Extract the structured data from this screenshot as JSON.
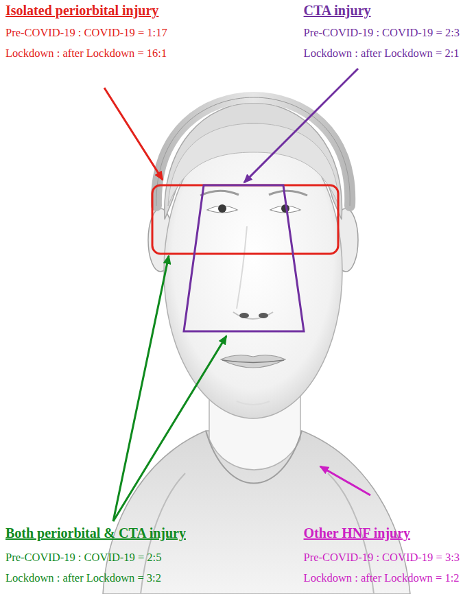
{
  "diagram": {
    "labels": [
      "Isolated periorbital injury",
      "Pre-COVID-19 : COVID-19 = 1:17",
      "Lockdown : after Lockdown = 16:1",
      "CTA injury",
      "Pre-COVID-19 : COVID-19 = 2:3",
      "Lockdown : after Lockdown = 2:1",
      "Both periorbital & CTA injury",
      "Pre-COVID-19 : COVID-19 = 2:5",
      "Lockdown : after Lockdown = 3:2",
      "Other HNF injury",
      "Pre-COVID-19 : COVID-19 = 3:3",
      "Lockdown : after Lockdown = 1:2"
    ]
  }
}
